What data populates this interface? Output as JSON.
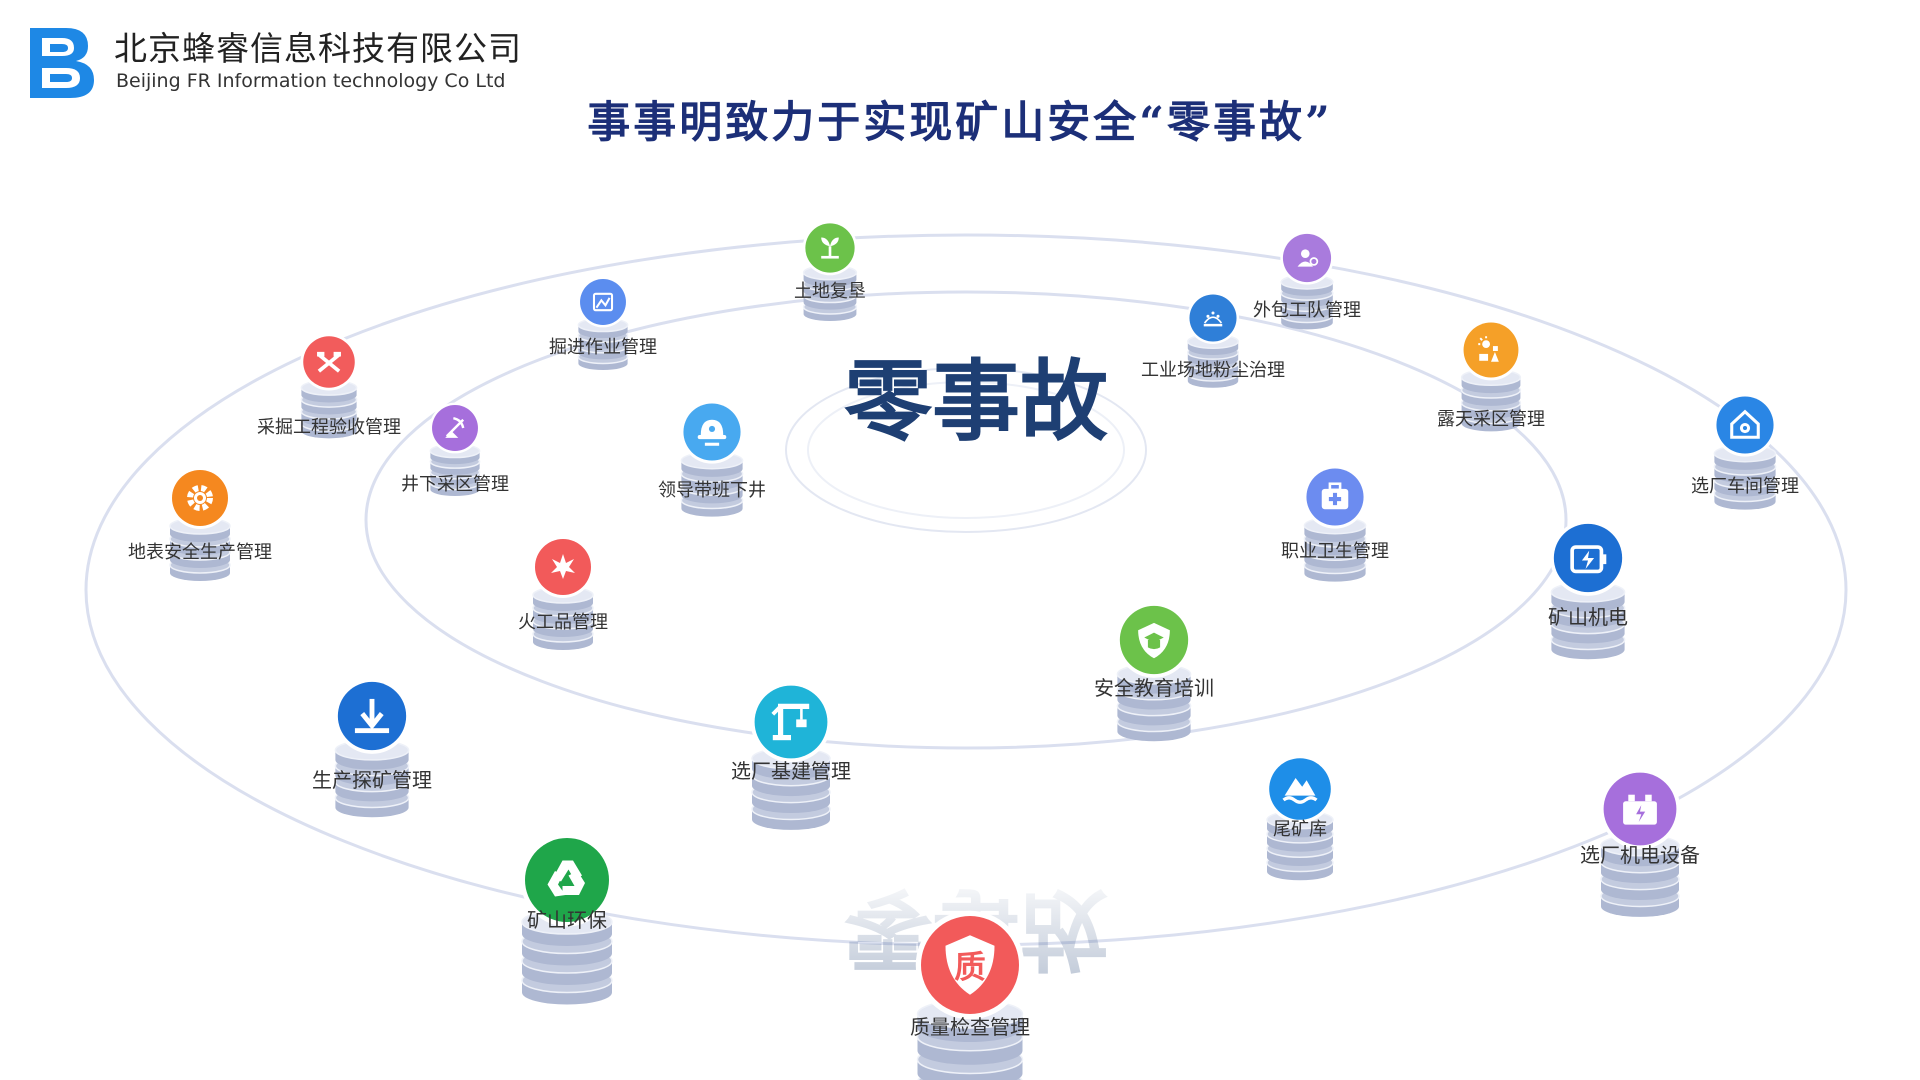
{
  "header": {
    "company_name_cn": "北京蜂睿信息科技有限公司",
    "company_name_en": "Beijing FR Information technology Co Ltd",
    "title": "事事明致力于实现矿山安全“零事故”"
  },
  "center": {
    "label": "零事故"
  },
  "colors": {
    "title": "#1c2f78",
    "center_text": "#1e3f73",
    "ring": "#d9ddee",
    "disk": "#c3cbdf",
    "logo": "#1e88e5"
  },
  "modules": [
    {
      "label": "土地复垦",
      "icon": "sprout-icon",
      "color": "#6cc24a"
    },
    {
      "label": "掘进作业管理",
      "icon": "mountain-chart-icon",
      "color": "#5b8def"
    },
    {
      "label": "外包工队管理",
      "icon": "worker-icon",
      "color": "#a97bdd"
    },
    {
      "label": "工业场地粉尘治理",
      "icon": "dust-icon",
      "color": "#2f7fd8"
    },
    {
      "label": "采掘工程验收管理",
      "icon": "tools-icon",
      "color": "#f25c5c"
    },
    {
      "label": "露天采区管理",
      "icon": "sun-worker-icon",
      "color": "#f5a028"
    },
    {
      "label": "井下采区管理",
      "icon": "mining-icon",
      "color": "#a66fdc"
    },
    {
      "label": "领导带班下井",
      "icon": "helmet-icon",
      "color": "#48a9f0"
    },
    {
      "label": "选厂车间管理",
      "icon": "house-gear-icon",
      "color": "#2a86e5"
    },
    {
      "label": "地表安全生产管理",
      "icon": "gear-icon",
      "color": "#f5881f"
    },
    {
      "label": "职业卫生管理",
      "icon": "medical-kit-icon",
      "color": "#6c8cf0"
    },
    {
      "label": "火工品管理",
      "icon": "explosion-icon",
      "color": "#f25a5a"
    },
    {
      "label": "矿山机电",
      "icon": "battery-icon",
      "color": "#1d6fd3"
    },
    {
      "label": "安全教育培训",
      "icon": "shield-cap-icon",
      "color": "#6cc24a"
    },
    {
      "label": "生产探矿管理",
      "icon": "drill-icon",
      "color": "#1d6fd3"
    },
    {
      "label": "选厂基建管理",
      "icon": "crane-icon",
      "color": "#1fb4d8"
    },
    {
      "label": "尾矿库",
      "icon": "waves-icon",
      "color": "#1e8ee8"
    },
    {
      "label": "选厂机电设备",
      "icon": "machine-icon",
      "color": "#a66fdc"
    },
    {
      "label": "矿山环保",
      "icon": "recycle-icon",
      "color": "#1fa64a"
    },
    {
      "label": "质量检查管理",
      "icon": "quality-shield-icon",
      "color": "#f25a5a",
      "icon_text": "质"
    }
  ]
}
